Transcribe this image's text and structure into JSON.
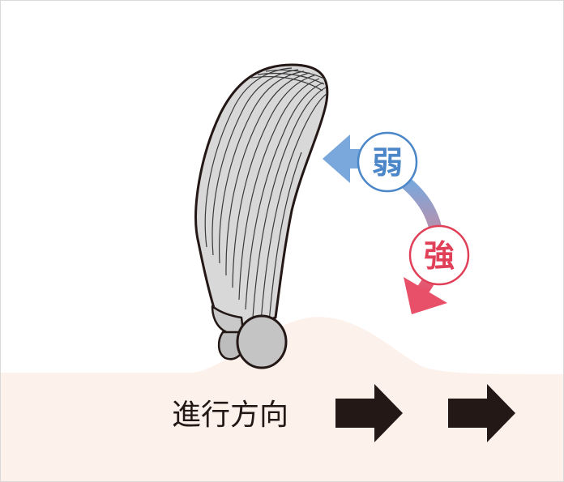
{
  "labels": {
    "weak": "弱",
    "strong": "強",
    "direction": "進行方向"
  },
  "colors": {
    "background": "#ffffff",
    "frame": "#d9d9d9",
    "skin": "#fdf1ec",
    "weak": "#4a86c8",
    "weak_arrow": "#7aa8dc",
    "strong": "#e04058",
    "strong_arrow": "#e8506a",
    "direction_arrow": "#231815",
    "ink": "#231815"
  },
  "icons": {
    "razor": "razor-head-icon",
    "direction_arrow": "right-arrow-icon"
  }
}
